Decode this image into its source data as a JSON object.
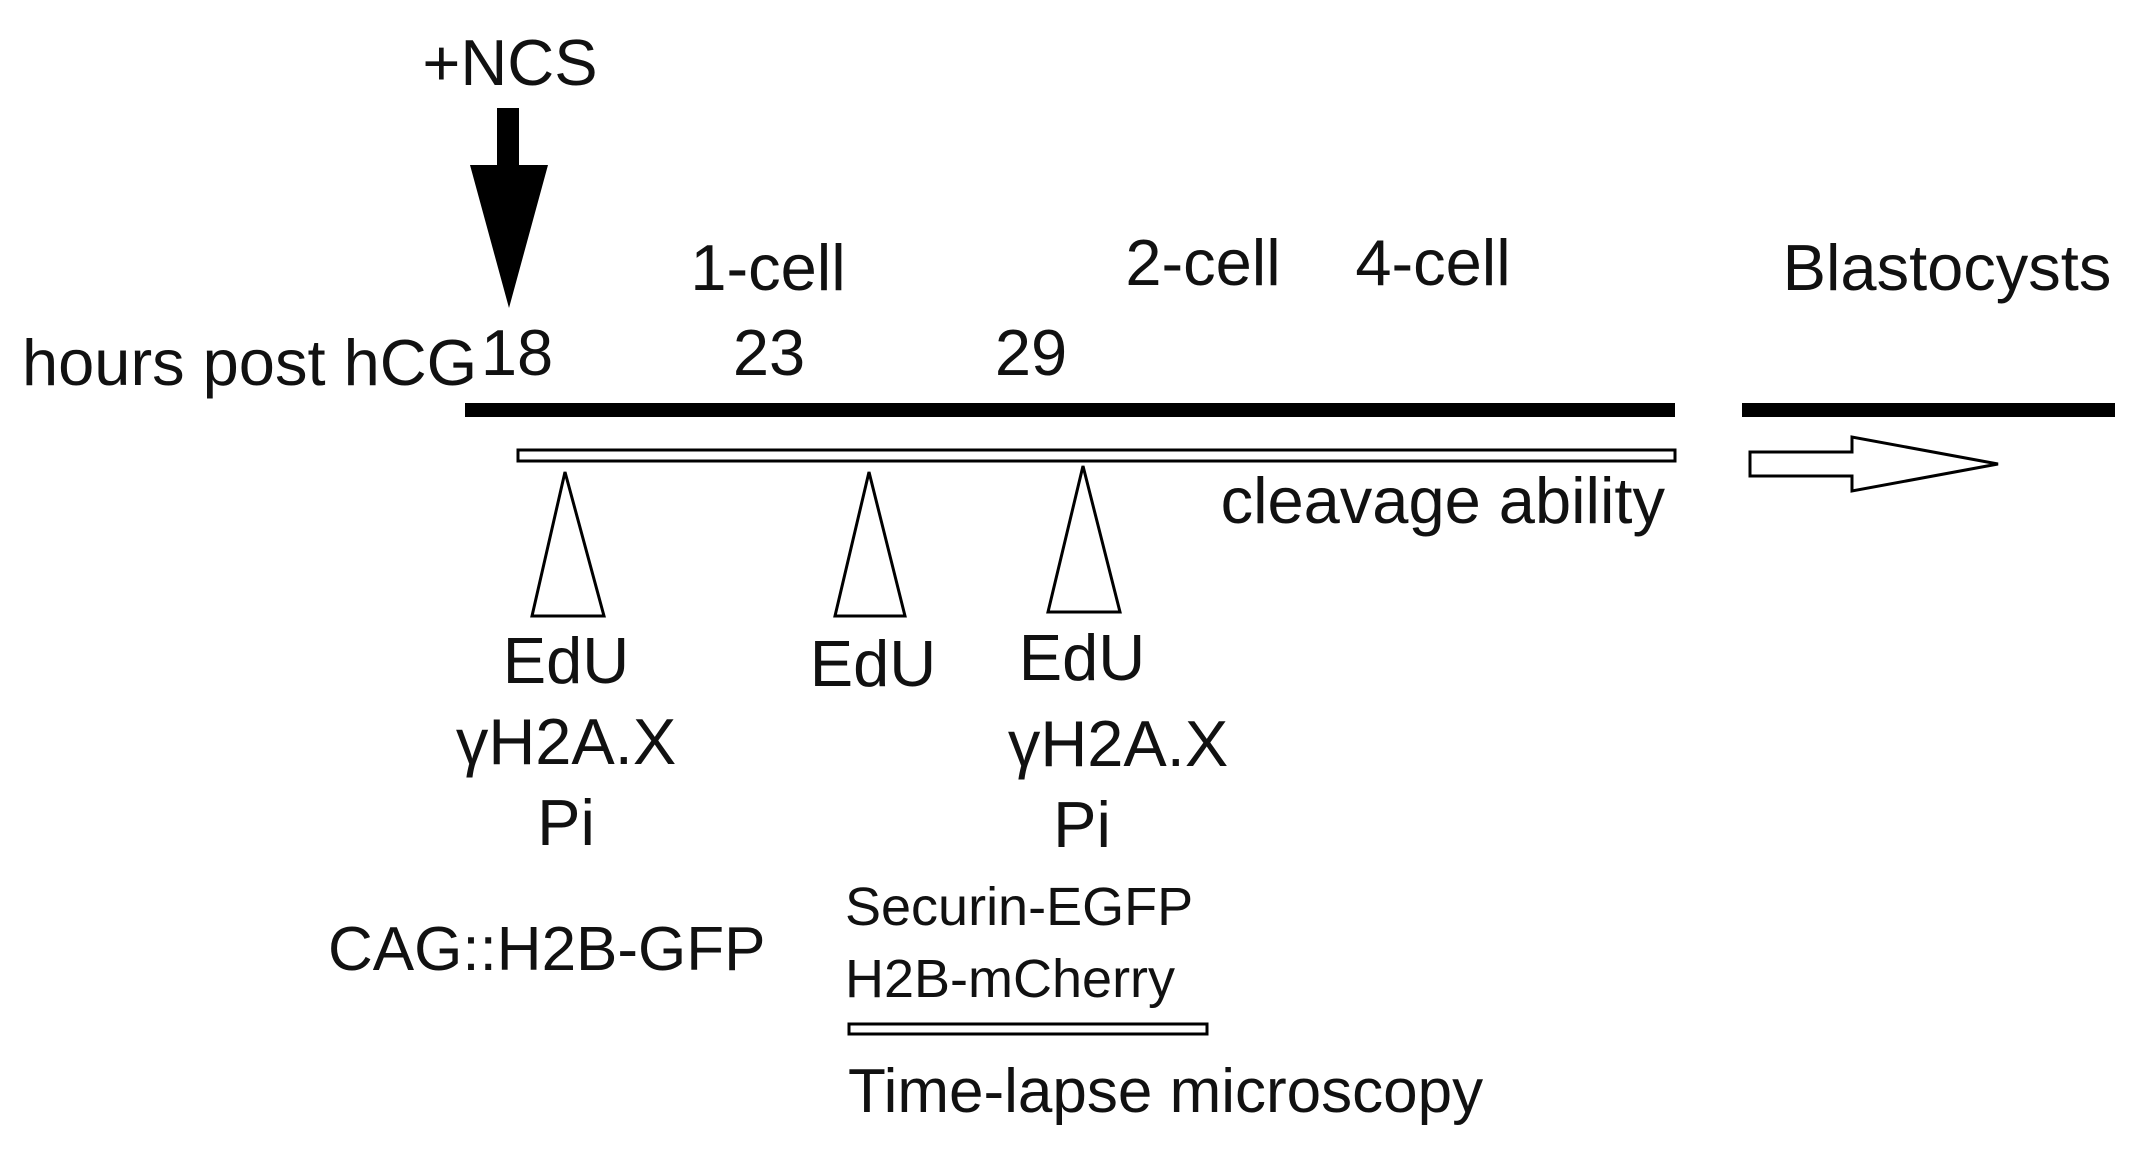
{
  "treatment": {
    "label": "+NCS"
  },
  "stages": {
    "one_cell": "1-cell",
    "two_cell": "2-cell",
    "four_cell": "4-cell",
    "blastocysts": "Blastocysts"
  },
  "timeline": {
    "axis_label": "hours post hCG",
    "ticks": [
      "18",
      "23",
      "29"
    ]
  },
  "cleavage": {
    "label": "cleavage ability"
  },
  "markers": [
    {
      "hour": "18",
      "lines": [
        "EdU",
        "γH2A.X",
        "Pi"
      ]
    },
    {
      "hour": "23",
      "lines": [
        "EdU"
      ]
    },
    {
      "hour": "29",
      "lines": [
        "EdU",
        "γH2A.X",
        "Pi"
      ]
    }
  ],
  "reporters": {
    "cag": "CAG::H2B-GFP",
    "securin": "Securin-EGFP",
    "h2b_mcherry": "H2B-mCherry"
  },
  "imaging": {
    "label": "Time-lapse microscopy"
  },
  "colors": {
    "ink": "#111111",
    "background": "#ffffff"
  }
}
